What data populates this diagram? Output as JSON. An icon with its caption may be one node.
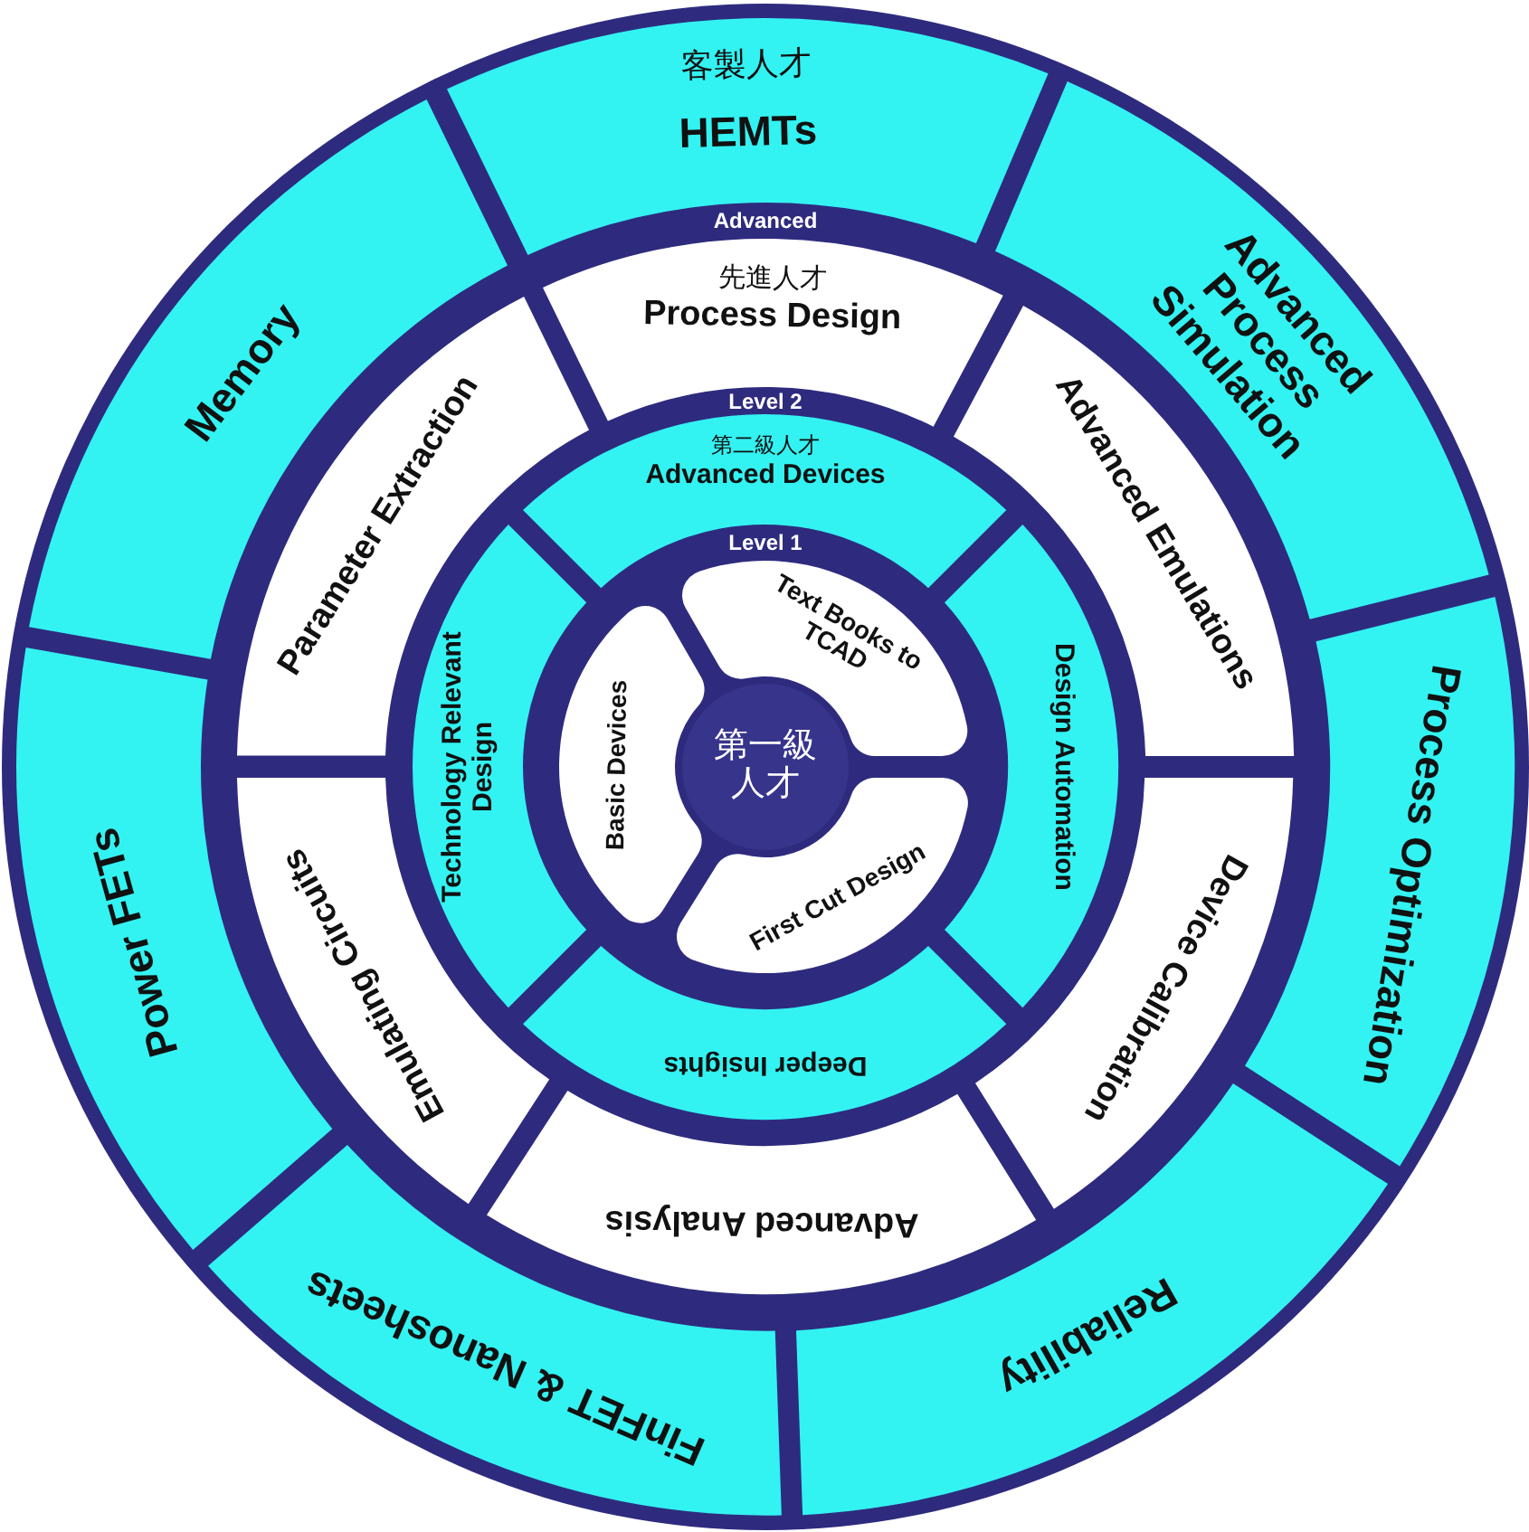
{
  "diagram": {
    "nodes": [
      {
        "text": [
          "客製人才",
          "HEMTs"
        ]
      },
      {
        "text": [
          "Advanced Process Simulation"
        ]
      },
      {
        "text": [
          "Process Optimization"
        ]
      },
      {
        "text": [
          "Reliability"
        ]
      },
      {
        "text": [
          "FinFET & Nanosheets"
        ]
      },
      {
        "text": [
          "Power FETs"
        ]
      },
      {
        "text": [
          "Memory"
        ]
      },
      {
        "text": [
          "先進人才",
          "Process Design"
        ]
      },
      {
        "text": [
          "Advanced Emulations"
        ]
      },
      {
        "text": [
          "Device Calibration"
        ]
      },
      {
        "text": [
          "Advanced Analysis"
        ]
      },
      {
        "text": [
          "Emulating Circuits"
        ]
      },
      {
        "text": [
          "Parameter Extraction"
        ]
      },
      {
        "text": [
          "第二級人才",
          "Advanced Devices"
        ]
      },
      {
        "text": [
          "Design Automation"
        ]
      },
      {
        "text": [
          "Deeper Insights"
        ]
      },
      {
        "text": [
          "Technology Relevant Design"
        ]
      },
      {
        "text": [
          "Text Books to TCAD"
        ]
      },
      {
        "text": [
          "First Cut Design"
        ]
      },
      {
        "text": [
          "Basic Devices"
        ]
      },
      {
        "text": [
          "第一級人才"
        ]
      }
    ],
    "labels": [
      "Advanced",
      "Level 2",
      "Level 1"
    ]
  }
}
